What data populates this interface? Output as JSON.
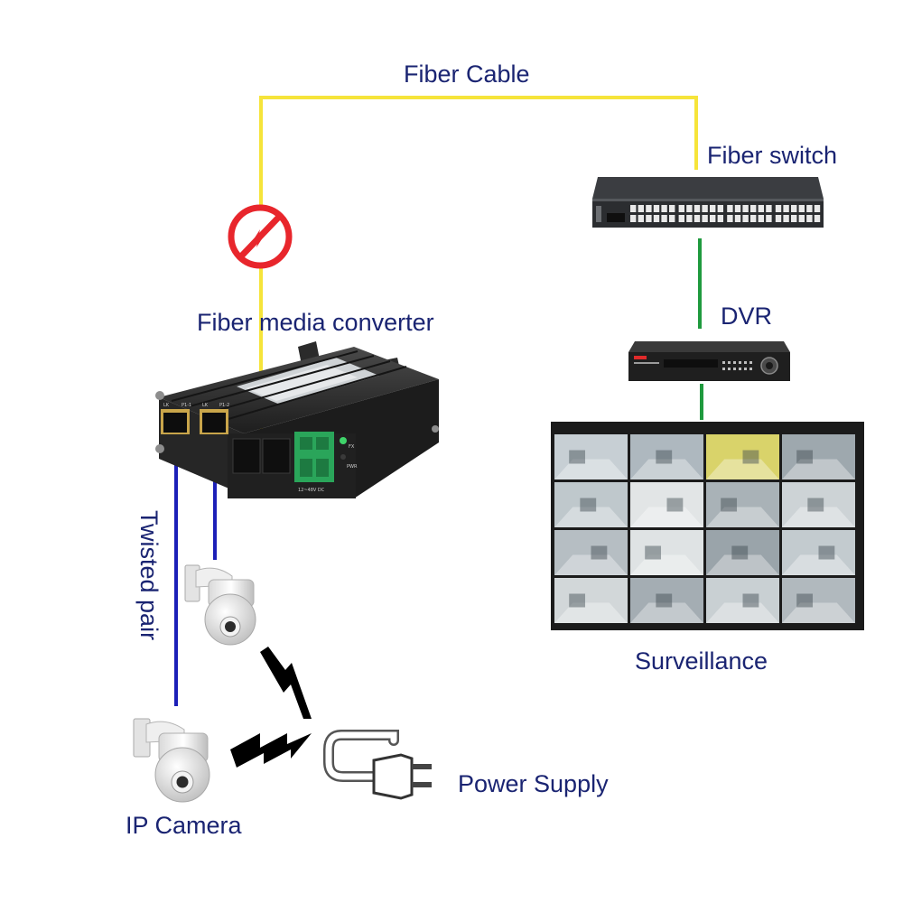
{
  "labels": {
    "fiber_cable": "Fiber Cable",
    "fiber_switch": "Fiber switch",
    "dvr": "DVR",
    "fiber_media_converter": "Fiber media converter",
    "twisted_pair": "Twisted pair",
    "surveillance": "Surveillance",
    "power_supply": "Power Supply",
    "ip_camera": "IP Camera"
  },
  "device_marks": {
    "converter_port_1": "LK",
    "converter_port_2": "P1-1",
    "converter_port_3": "LK",
    "converter_port_4": "P1-2",
    "converter_terminal": "12~48V DC",
    "converter_led_fx": "FX",
    "converter_led_pwr": "PWR"
  },
  "colors": {
    "label_text": "#1a2472",
    "fiber_cable": "#f6e43a",
    "twisted_pair": "#1c1fb8",
    "ethernet_link": "#1f9a3e",
    "no_interference_sign": "#e8262c",
    "device_body": "#2a2a2a",
    "terminal_block": "#2aa55a"
  },
  "icons": [
    "no-interference-sign-icon",
    "lightning-bolt-icon",
    "power-plug-icon",
    "ip-camera-icon"
  ]
}
